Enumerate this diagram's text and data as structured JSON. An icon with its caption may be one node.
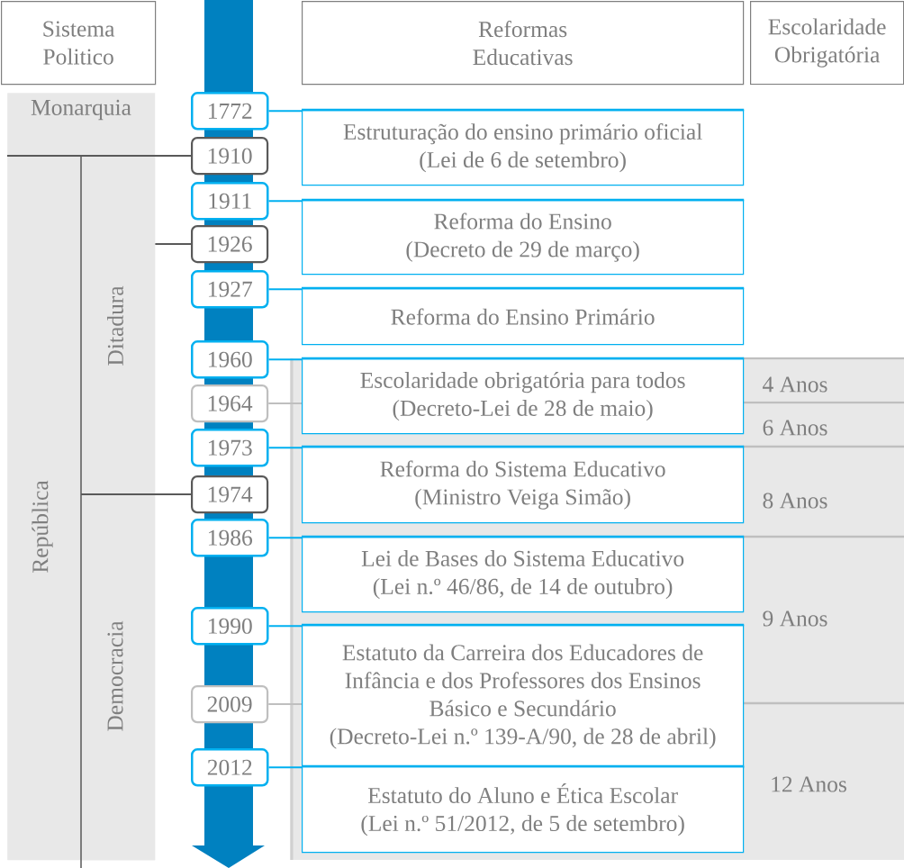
{
  "diagram": {
    "nodes": [
      {
        "text": [
          "Sistema Politico"
        ]
      },
      {
        "text": [
          "Reformas Educativas"
        ]
      },
      {
        "text": [
          "Escolaridade Obrigatória"
        ]
      },
      {
        "text": [
          "Monarquia"
        ]
      },
      {
        "text": [
          "República"
        ]
      },
      {
        "text": [
          "Ditadura"
        ],
        "in": 4
      },
      {
        "text": [
          "Democracia"
        ],
        "in": 4
      },
      {
        "text": [
          "1772"
        ]
      },
      {
        "text": [
          "1910"
        ]
      },
      {
        "text": [
          "1911"
        ]
      },
      {
        "text": [
          "1926"
        ]
      },
      {
        "text": [
          "1927"
        ]
      },
      {
        "text": [
          "1960"
        ]
      },
      {
        "text": [
          "1964"
        ]
      },
      {
        "text": [
          "1973"
        ]
      },
      {
        "text": [
          "1974"
        ]
      },
      {
        "text": [
          "1986"
        ]
      },
      {
        "text": [
          "1990"
        ]
      },
      {
        "text": [
          "2009"
        ]
      },
      {
        "text": [
          "2012"
        ]
      },
      {
        "text": [
          "Estruturação do ensino primário oficial",
          "(Lei de 6 de setembro)"
        ]
      },
      {
        "text": [
          "Reforma do Ensino",
          "(Decreto de 29 de março)"
        ]
      },
      {
        "text": [
          "Reforma do Ensino Primário"
        ]
      },
      {
        "text": [
          "Escolaridade obrigatória para todos",
          "(Decreto-Lei de 28 de maio)"
        ]
      },
      {
        "text": [
          "Reforma do Sistema Educativo",
          "(Ministro Veiga Simão)"
        ]
      },
      {
        "text": [
          "Lei de Bases do Sistema Educativo",
          "(Lei n.º 46/86, de 14 de outubro)"
        ]
      },
      {
        "text": [
          "Estatuto da Carreira dos Educadores de Infância e dos Professores dos Ensinos Básico e Secundário",
          "(Decreto-Lei n.º 139-A/90, de 28 de abril)"
        ]
      },
      {
        "text": [
          "Estatuto do Aluno e Ética Escolar",
          "(Lei n.º 51/2012, de 5 de setembro)"
        ]
      }
    ],
    "edges": [
      {
        "from": 7,
        "to": 20,
        "arrow": "none"
      },
      {
        "from": 8,
        "to": 4,
        "arrow": "none",
        "color": "#595959"
      },
      {
        "from": 9,
        "to": 21,
        "arrow": "none"
      },
      {
        "from": 10,
        "to": 5,
        "arrow": "none",
        "color": "#595959"
      },
      {
        "from": 11,
        "to": 22,
        "arrow": "none"
      },
      {
        "from": 12,
        "to": 23,
        "arrow": "none"
      },
      {
        "from": 13,
        "to": 23,
        "arrow": "none",
        "color": "#bfbfbf"
      },
      {
        "from": 14,
        "to": 24,
        "arrow": "none"
      },
      {
        "from": 15,
        "to": 6,
        "arrow": "none",
        "color": "#595959"
      },
      {
        "from": 16,
        "to": 25,
        "arrow": "none"
      },
      {
        "from": 17,
        "to": 26,
        "arrow": "none"
      },
      {
        "from": 18,
        "to": 26,
        "arrow": "none",
        "color": "#bfbfbf"
      },
      {
        "from": 19,
        "to": 27,
        "arrow": "none"
      }
    ],
    "labels": [
      "4 Anos",
      "6 Anos",
      "8 Anos",
      "9 Anos",
      "12 Anos"
    ]
  }
}
